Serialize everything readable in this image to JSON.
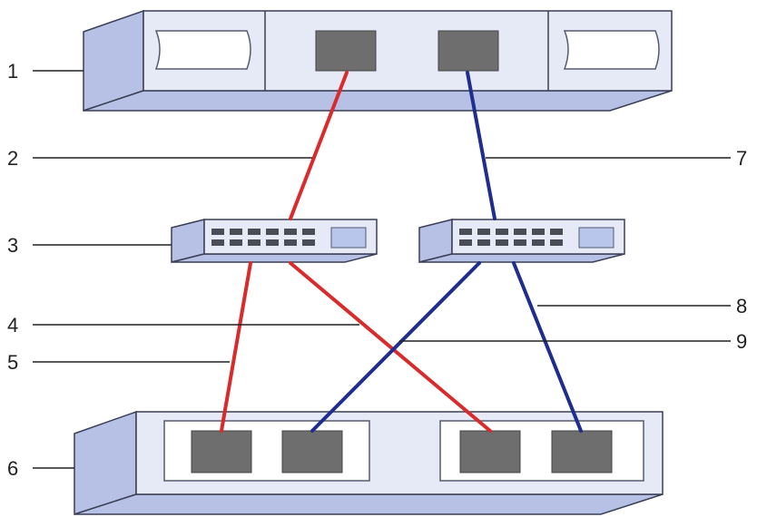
{
  "colors": {
    "device_front": "#e6e9f6",
    "device_side": "#b7c1e6",
    "device_bottom": "#b7c1e6",
    "port": "#6e6e6e",
    "switch_port": "#4a4d55",
    "indicator": "#b7c6ea",
    "cable_red": "#d92b2b",
    "cable_blue": "#1f2d8f"
  },
  "icons": [
    "controller-shelf",
    "network-switch",
    "disk-shelf",
    "sfp-port",
    "cable"
  ],
  "callouts": [
    {
      "id": "1",
      "label": "1"
    },
    {
      "id": "2",
      "label": "2"
    },
    {
      "id": "3",
      "label": "3"
    },
    {
      "id": "4",
      "label": "4"
    },
    {
      "id": "5",
      "label": "5"
    },
    {
      "id": "6",
      "label": "6"
    },
    {
      "id": "7",
      "label": "7"
    },
    {
      "id": "8",
      "label": "8"
    },
    {
      "id": "9",
      "label": "9"
    }
  ]
}
